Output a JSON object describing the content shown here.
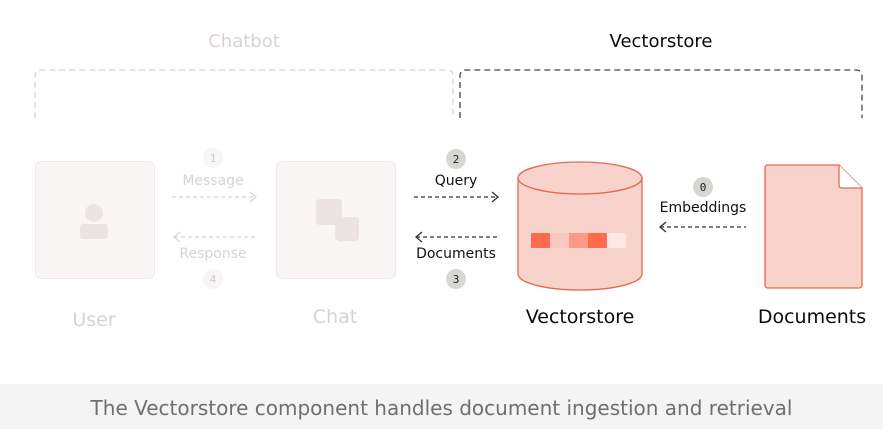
{
  "groups": {
    "chatbot": "Chatbot",
    "vectorstore": "Vectorstore"
  },
  "nodes": {
    "user": "User",
    "chat": "Chat",
    "vectorstore": "Vectorstore",
    "documents": "Documents"
  },
  "edges": {
    "message": {
      "step": "1",
      "label": "Message"
    },
    "response": {
      "step": "4",
      "label": "Response"
    },
    "query": {
      "step": "2",
      "label": "Query"
    },
    "documents": {
      "step": "3",
      "label": "Documents"
    },
    "embeddings": {
      "step": "0",
      "label": "Embeddings"
    }
  },
  "caption": "The Vectorstore component handles document ingestion and retrieval",
  "colors": {
    "accent": "#f7d3cc",
    "accent_stroke": "#e36a4f",
    "vector_cells": [
      "#ff6b4f",
      "#f7c9bf",
      "#fa9b85",
      "#ff6b4f",
      "#fde9e4"
    ]
  }
}
